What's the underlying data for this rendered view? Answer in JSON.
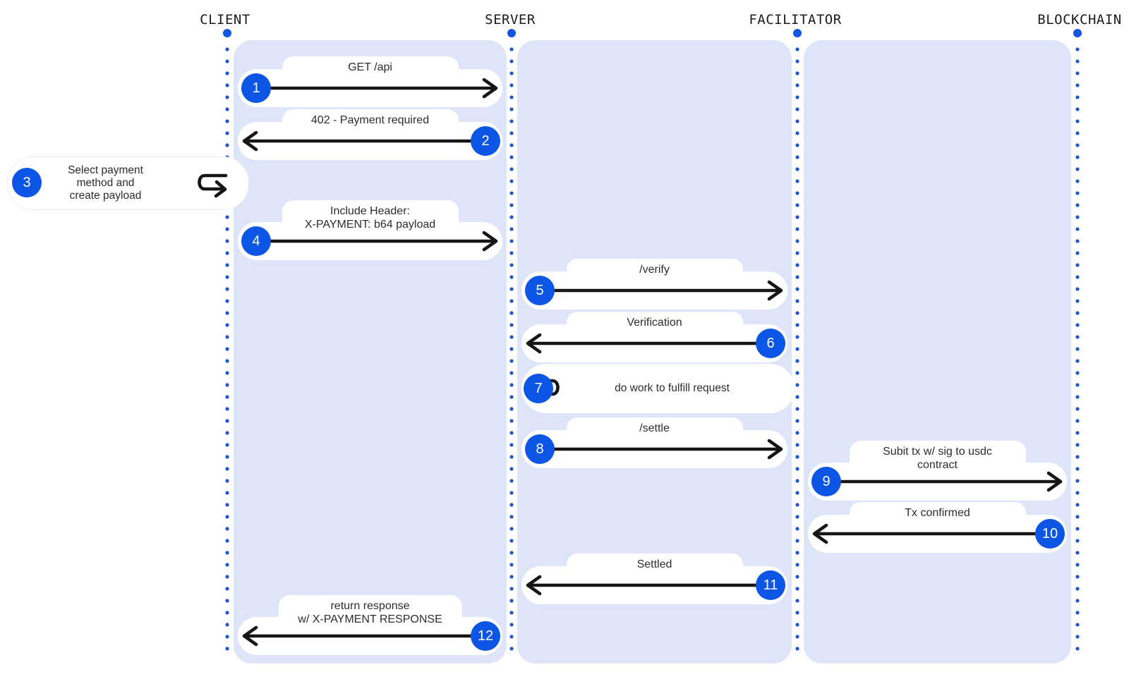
{
  "diagram": {
    "actors": [
      {
        "name": "CLIENT"
      },
      {
        "name": "SERVER"
      },
      {
        "name": "FACILITATOR"
      },
      {
        "name": "BLOCKCHAIN"
      }
    ],
    "messages": [
      {
        "step": "1",
        "from": "CLIENT",
        "to": "SERVER",
        "kind": "message",
        "label_lines": [
          "GET /api"
        ]
      },
      {
        "step": "2",
        "from": "SERVER",
        "to": "CLIENT",
        "kind": "message",
        "label_lines": [
          "402 - Payment required"
        ]
      },
      {
        "step": "3",
        "from": "CLIENT",
        "to": "CLIENT",
        "kind": "self-note",
        "icon": "loop-arrow-right-icon",
        "label_lines": [
          "Select payment",
          "method and",
          "create payload"
        ]
      },
      {
        "step": "4",
        "from": "CLIENT",
        "to": "SERVER",
        "kind": "message",
        "label_lines": [
          "Include Header:",
          "X-PAYMENT: b64 payload"
        ]
      },
      {
        "step": "5",
        "from": "SERVER",
        "to": "FACILITATOR",
        "kind": "message",
        "label_lines": [
          "/verify"
        ]
      },
      {
        "step": "6",
        "from": "FACILITATOR",
        "to": "SERVER",
        "kind": "message",
        "label_lines": [
          "Verification"
        ]
      },
      {
        "step": "7",
        "from": "SERVER",
        "to": "SERVER",
        "kind": "self-note",
        "icon": "loop-arrow-left-icon",
        "label_lines": [
          "do work to fulfill request"
        ]
      },
      {
        "step": "8",
        "from": "SERVER",
        "to": "FACILITATOR",
        "kind": "message",
        "label_lines": [
          "/settle"
        ]
      },
      {
        "step": "9",
        "from": "FACILITATOR",
        "to": "BLOCKCHAIN",
        "kind": "message",
        "label_lines": [
          "Subit tx w/ sig to usdc",
          "contract"
        ]
      },
      {
        "step": "10",
        "from": "BLOCKCHAIN",
        "to": "FACILITATOR",
        "kind": "message",
        "label_lines": [
          "Tx confirmed"
        ]
      },
      {
        "step": "11",
        "from": "FACILITATOR",
        "to": "SERVER",
        "kind": "message",
        "label_lines": [
          "Settled"
        ]
      },
      {
        "step": "12",
        "from": "SERVER",
        "to": "CLIENT",
        "kind": "message",
        "label_lines": [
          "return response",
          "w/ X-PAYMENT RESPONSE"
        ]
      }
    ],
    "colors": {
      "step_badge": "#0d55e4",
      "lifeline_dot": "#2456d2",
      "panel_bg": "#dee5f9",
      "arrow": "#151515",
      "label_text": "#2d2d2d"
    }
  }
}
